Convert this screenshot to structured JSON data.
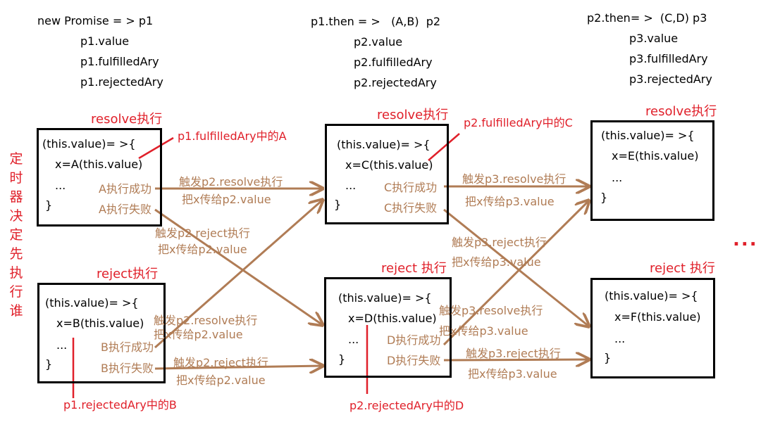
{
  "header": {
    "col1": {
      "title": "new Promise = > p1",
      "lines": [
        "p1.value",
        "p1.fulfilledAry",
        "p1.rejectedAry"
      ]
    },
    "col2": {
      "title": "p1.then = >   (A,B)  p2",
      "lines": [
        "p2.value",
        "p2.fulfilledAry",
        "p2.rejectedAry"
      ]
    },
    "col3": {
      "title": "p2.then= >  (C,D) p3",
      "lines": [
        "p3.value",
        "p3.fulfilledAry",
        "p3.rejectedAry"
      ]
    }
  },
  "side_text": "定时器决定先执行谁",
  "sections": {
    "resolve1": "resolve执行",
    "resolve2": "resolve执行",
    "resolve3": "resolve执行",
    "reject1": "reject执行",
    "reject2": "reject 执行",
    "reject3": "reject 执行"
  },
  "boxes": {
    "a": {
      "open": "(this.value)= >{",
      "body": "x=A(this.value)",
      "dots": "...",
      "close": "}",
      "ok": "A执行成功",
      "fail": "A执行失败"
    },
    "b": {
      "open": "(this.value)= >{",
      "body": "x=B(this.value)",
      "dots": "...",
      "close": "}",
      "ok": "B执行成功",
      "fail": "B执行失败"
    },
    "c": {
      "open": "(this.value)= >{",
      "body": "x=C(this.value)",
      "dots": "...",
      "close": "}",
      "ok": "C执行成功",
      "fail": "C执行失败"
    },
    "d": {
      "open": "(this.value)= >{",
      "body": "x=D(this.value)",
      "dots": "...",
      "close": "}",
      "ok": "D执行成功",
      "fail": "D执行失败"
    },
    "e": {
      "open": "(this.value)= >{",
      "body": "x=E(this.value)",
      "dots": "...",
      "close": "}"
    },
    "f": {
      "open": "(this.value)= >{",
      "body": "x=F(this.value)",
      "dots": "...",
      "close": "}"
    }
  },
  "annotations": {
    "a": "p1.fulfilledAry中的A",
    "b": "p1.rejectedAry中的B",
    "c": "p2.fulfilledAry中的C",
    "d": "p2.rejectedAry中的D"
  },
  "arrow_labels": {
    "l1a": "触发p2.resolve执行",
    "l1b": "把x传给p2.value",
    "l2a": "触发p2.reject执行",
    "l2b": "把x传给p2.value",
    "l3a": "触发p2.resolve执行",
    "l3b": "把x传给p2.value",
    "l4a": "触发p2.reject执行",
    "l4b": "把x传给p2.value",
    "l5a": "触发p3.resolve执行",
    "l5b": "把x传给p3.value",
    "l6a": "触发p3.reject执行",
    "l6b": "把x传给p3.value",
    "l7a": "触发p3.resolve执行",
    "l7b": "把x传给p3.value",
    "l8a": "触发p3.reject执行",
    "l8b": "把x传给p3.value"
  },
  "ellipsis": "...",
  "colors": {
    "red": "#e0202a",
    "brown": "#b07c55",
    "black": "#000000"
  }
}
